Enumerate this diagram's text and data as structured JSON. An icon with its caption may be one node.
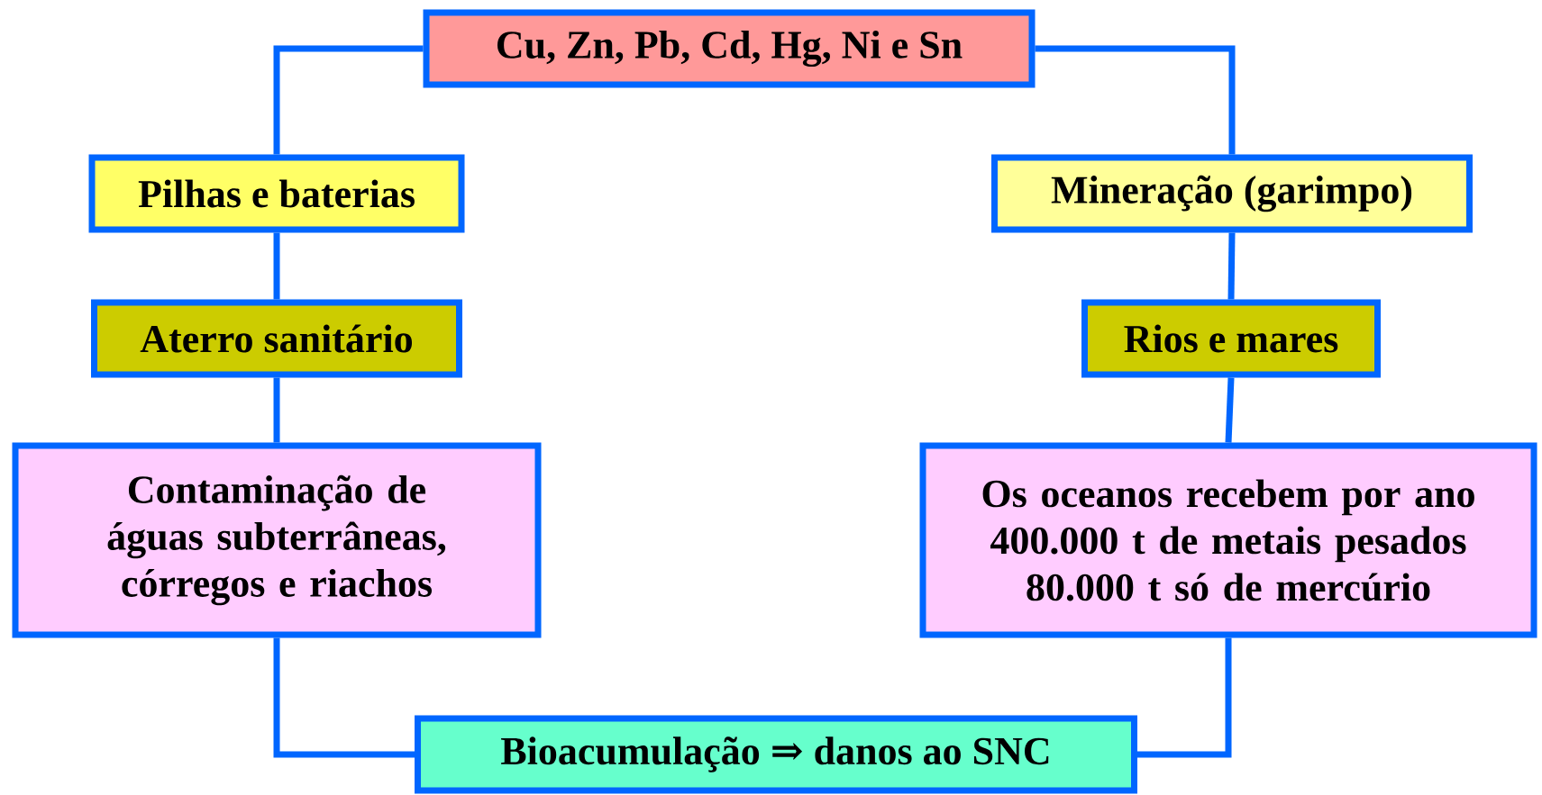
{
  "diagram": {
    "nodes": [
      {
        "text": [
          "Cu, Zn, Pb, Cd, Hg, Ni e Sn"
        ]
      },
      {
        "text": [
          "Pilhas e baterias"
        ]
      },
      {
        "text": [
          "Mineração (garimpo)"
        ]
      },
      {
        "text": [
          "Aterro sanitário"
        ]
      },
      {
        "text": [
          "Rios e mares"
        ]
      },
      {
        "text": [
          "Contaminação de águas subterrâneas, córregos e riachos"
        ]
      },
      {
        "text": [
          "Os oceanos recebem por ano 400.000 t de metais pesados 80.000 t só de mercúrio"
        ]
      },
      {
        "text": [
          "Bioacumulação ⇒ danos ao SNC"
        ]
      }
    ],
    "edges": [
      {
        "from": 0,
        "to": 1,
        "arrow": "none"
      },
      {
        "from": 0,
        "to": 2,
        "arrow": "none"
      },
      {
        "from": 1,
        "to": 3,
        "arrow": "none"
      },
      {
        "from": 2,
        "to": 4,
        "arrow": "none"
      },
      {
        "from": 3,
        "to": 5,
        "arrow": "none"
      },
      {
        "from": 4,
        "to": 6,
        "arrow": "none"
      },
      {
        "from": 5,
        "to": 7,
        "arrow": "none"
      },
      {
        "from": 6,
        "to": 7,
        "arrow": "none"
      }
    ]
  }
}
